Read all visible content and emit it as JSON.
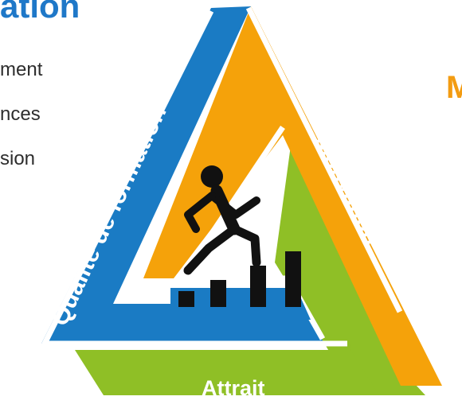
{
  "heading": "ation",
  "bullets": [
    "ment",
    "nces",
    "sion"
  ],
  "right_fragment": "M",
  "diagram": {
    "sides": [
      {
        "label": "Qualité de formation",
        "color": "#1a7bc4"
      },
      {
        "label": "Motivation",
        "color": "#f5a20a"
      },
      {
        "label": "Attrait",
        "color": "#8fbf26"
      }
    ],
    "icon": "person-climbing-stairs-icon",
    "icon_color": "#111111"
  }
}
